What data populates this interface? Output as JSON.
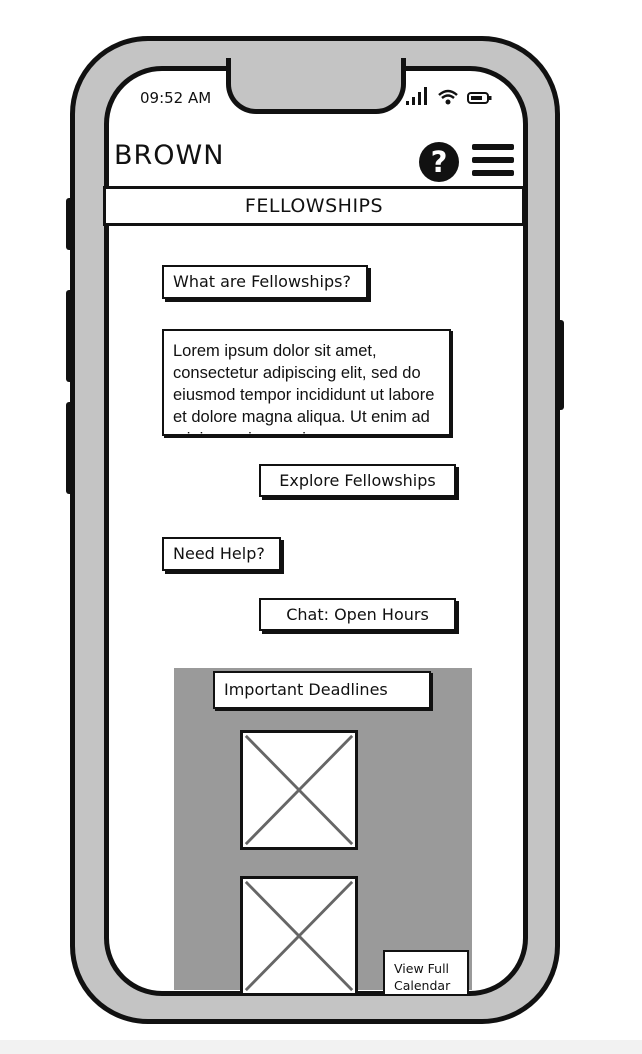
{
  "status_bar": {
    "time": "09:52 AM"
  },
  "header": {
    "title": "BROWN"
  },
  "section": {
    "title": "FELLOWSHIPS"
  },
  "fellowships": {
    "question": "What are Fellowships?",
    "description": "Lorem ipsum dolor sit amet, consectetur adipiscing elit, sed do eiusmod tempor incididunt ut labore et dolore magna aliqua. Ut enim ad minim veniam, quis",
    "explore_button": "Explore Fellowships"
  },
  "help": {
    "question": "Need Help?",
    "chat_button": "Chat: Open Hours"
  },
  "deadlines": {
    "title": "Important Deadlines",
    "calendar_button_line1": "View Full",
    "calendar_button_line2": "Calendar"
  }
}
